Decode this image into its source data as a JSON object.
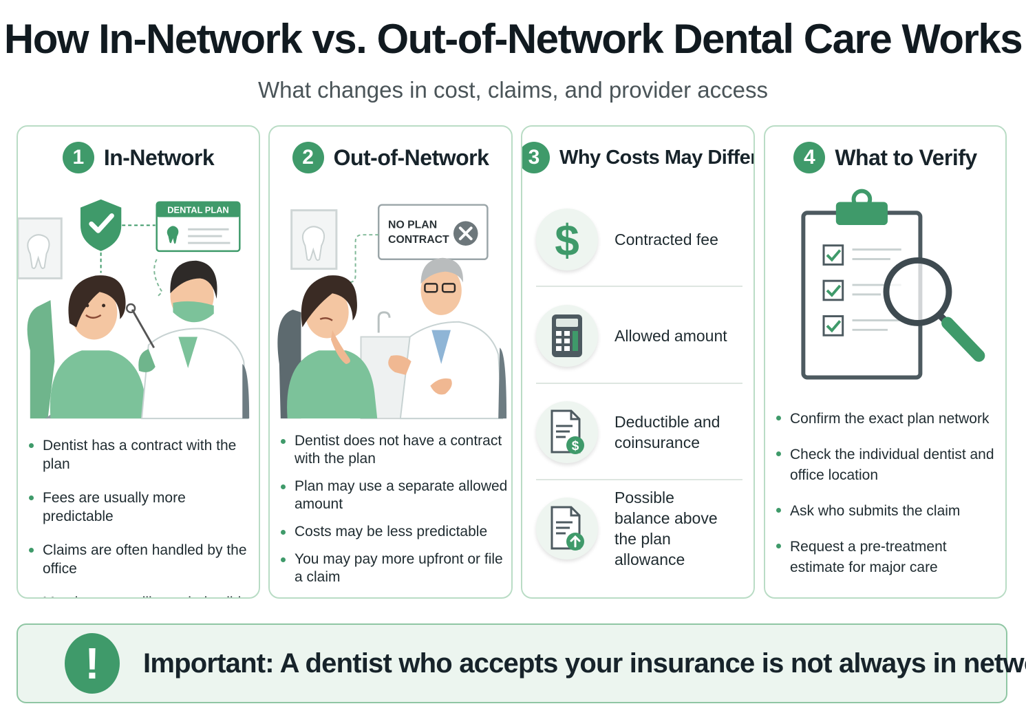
{
  "header": {
    "title": "How In-Network vs. Out-of-Network Dental Care Works",
    "subtitle": "What changes in cost, claims, and provider access"
  },
  "colors": {
    "accent": "#3f9a6a",
    "border": "#b9dcc5",
    "banner_bg": "#ecf5ef",
    "scrub": "#7cc29a"
  },
  "panels": [
    {
      "number": "1",
      "title": "In-Network",
      "card_label": "DENTAL PLAN",
      "bullets": [
        "Dentist has a contract with the plan",
        "Fees are usually more predictable",
        "Claims are often handled by the office",
        "Member may still pay deductible or coinsurance"
      ]
    },
    {
      "number": "2",
      "title": "Out-of-Network",
      "card_label_1": "NO PLAN",
      "card_label_2": "CONTRACT",
      "bullets": [
        "Dentist does not have a contract with the plan",
        "Plan may use a separate allowed amount",
        "Costs may be less predictable",
        "You may pay more upfront or file a claim"
      ]
    },
    {
      "number": "3",
      "title": "Why Costs May Differ",
      "items": [
        {
          "icon": "dollar-icon",
          "label": "Contracted fee"
        },
        {
          "icon": "calculator-icon",
          "label": "Allowed amount"
        },
        {
          "icon": "document-dollar-icon",
          "label": "Deductible and coinsurance"
        },
        {
          "icon": "document-arrow-up-icon",
          "label": "Possible balance above the plan allowance"
        }
      ]
    },
    {
      "number": "4",
      "title": "What to Verify",
      "bullets": [
        "Confirm the exact plan network",
        "Check the individual dentist and office location",
        "Ask who submits the claim",
        "Request a pre-treatment estimate for major care"
      ]
    }
  ],
  "banner": {
    "icon": "exclamation-icon",
    "text": "Important: A dentist who accepts your insurance is not always in network."
  }
}
